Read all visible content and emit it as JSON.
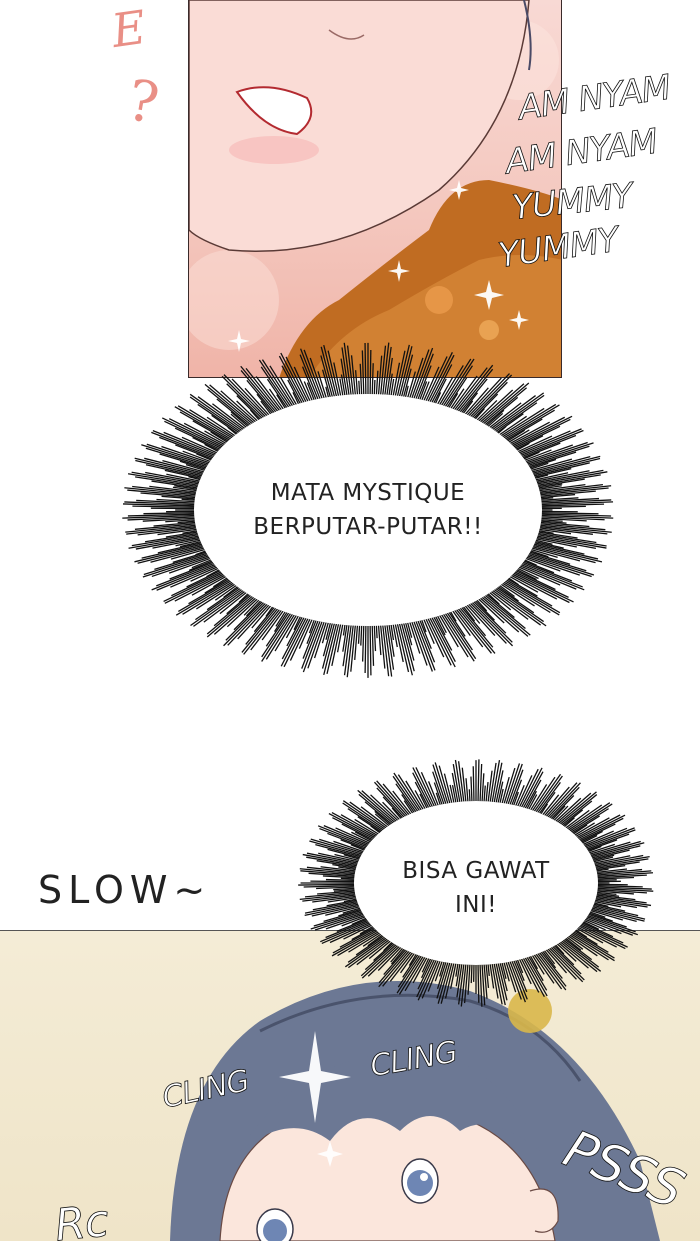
{
  "bubbles": {
    "mystique": {
      "line1": "MATA MYSTIQUE",
      "line2": "BERPUTAR-PUTAR!!"
    },
    "gawat": {
      "line1": "BISA GAWAT",
      "line2": "INI!"
    }
  },
  "sfx": {
    "am_nyam_1": "AM NYAM",
    "am_nyam_2": "AM NYAM",
    "yummy_1": "YUMMY",
    "yummy_2": "YUMMY",
    "slow": "SLOW~",
    "cling_1": "CLING",
    "cling_2": "CLING",
    "psss": "PSSS",
    "side_e": "E",
    "side_q": "?",
    "bottom_left": "Rc"
  },
  "colors": {
    "skin": "#f4c8bf",
    "food": "#b8641e",
    "hair": "#6c7894",
    "panel_bg": "#f4ecd6"
  }
}
